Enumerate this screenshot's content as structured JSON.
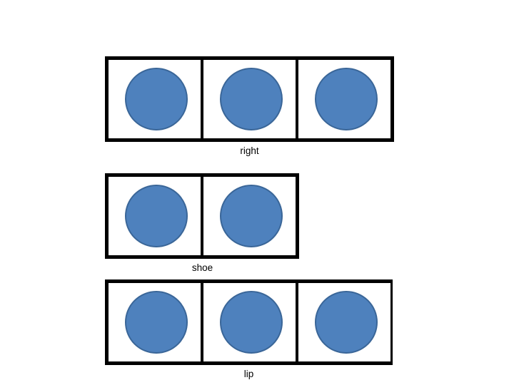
{
  "slide": {
    "background_color": "#FFFFFF",
    "shape_color": "#4E81BD",
    "shape_outline_color": "#3A6698",
    "frame_color": "#000000",
    "text_color": "#000000"
  },
  "groups": [
    {
      "id": "group-right",
      "label": "right",
      "count": 3,
      "shape": "circle",
      "cells": [
        {
          "shape": "circle"
        },
        {
          "shape": "circle"
        },
        {
          "shape": "circle"
        }
      ]
    },
    {
      "id": "group-shoe",
      "label": "shoe",
      "count": 2,
      "shape": "circle",
      "cells": [
        {
          "shape": "circle"
        },
        {
          "shape": "circle"
        }
      ]
    },
    {
      "id": "group-lip",
      "label": "lip",
      "count": 3,
      "shape": "circle",
      "cells": [
        {
          "shape": "circle"
        },
        {
          "shape": "circle"
        },
        {
          "shape": "circle"
        }
      ]
    }
  ]
}
